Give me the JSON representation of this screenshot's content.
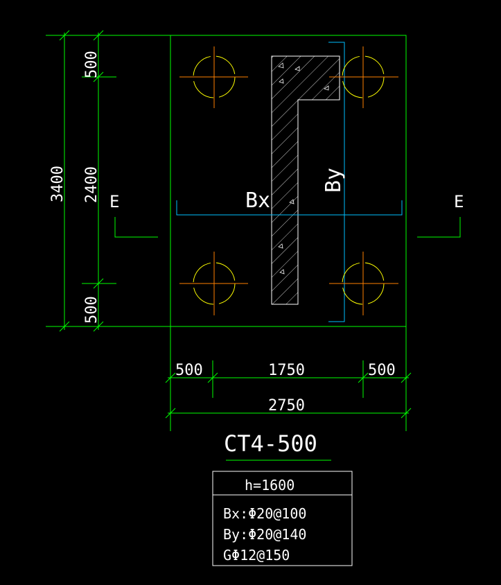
{
  "colors": {
    "background": "#000000",
    "dimension": "#00ff00",
    "outline": "#ffffff",
    "pile_circle": "#ffff00",
    "pile_center_h": "#ff8000",
    "pile_center_v": "#ff8000",
    "rebar_line": "#00bfff",
    "text": "#ffffff"
  },
  "dimensions": {
    "vertical_total": "3400",
    "vertical_top": "500",
    "vertical_mid": "2400",
    "vertical_bottom": "500",
    "horizontal_left": "500",
    "horizontal_mid": "1750",
    "horizontal_right": "500",
    "horizontal_total": "2750"
  },
  "labels": {
    "bx": "Bx",
    "by": "By",
    "section_left": "E",
    "section_right": "E"
  },
  "title": "CT4-500",
  "spec_table": {
    "height": "h=1600",
    "rows": [
      "Bx:Φ20@100",
      "By:Φ20@140",
      "GΦ12@150"
    ]
  }
}
